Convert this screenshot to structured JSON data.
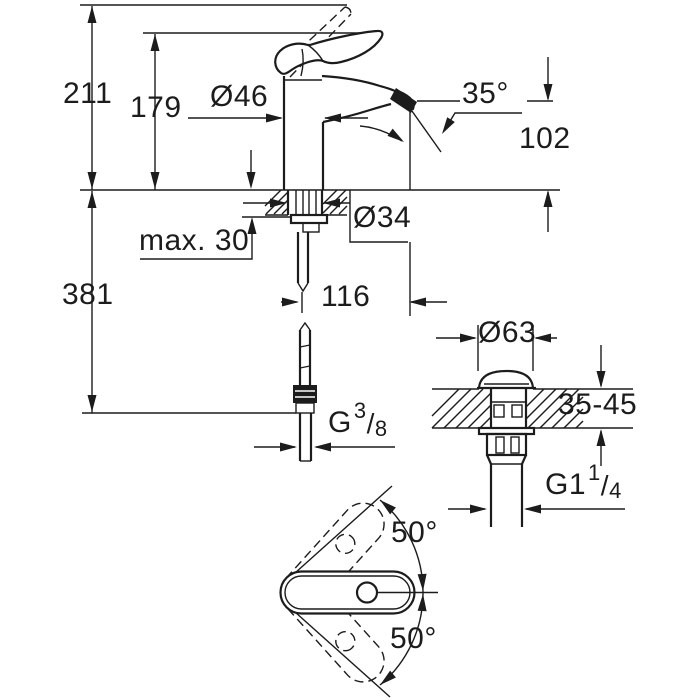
{
  "drawing": {
    "title": "faucet-technical-dimension-drawing",
    "background": "#ffffff",
    "line_color": "#1c1c1c",
    "dimensions": {
      "total_height": "211",
      "body_height": "179",
      "body_diameter": "Ø46",
      "spout_angle": "35°",
      "spout_outlet_height": "102",
      "mounting_hole_diameter": "Ø34",
      "max_deck_thickness": "max. 30",
      "total_depth_below_deck": "381",
      "spout_reach": "116",
      "supply_thread": {
        "prefix": "G",
        "numerator": "3",
        "slash": "/",
        "denominator": "8"
      },
      "waste_flange_diameter": "Ø63",
      "waste_deck_thickness_range": "35-45",
      "waste_thread": {
        "prefix": "G1",
        "numerator": "1",
        "slash": "/",
        "denominator": "4"
      },
      "handle_swing_upper": "50°",
      "handle_swing_lower": "50°"
    }
  }
}
